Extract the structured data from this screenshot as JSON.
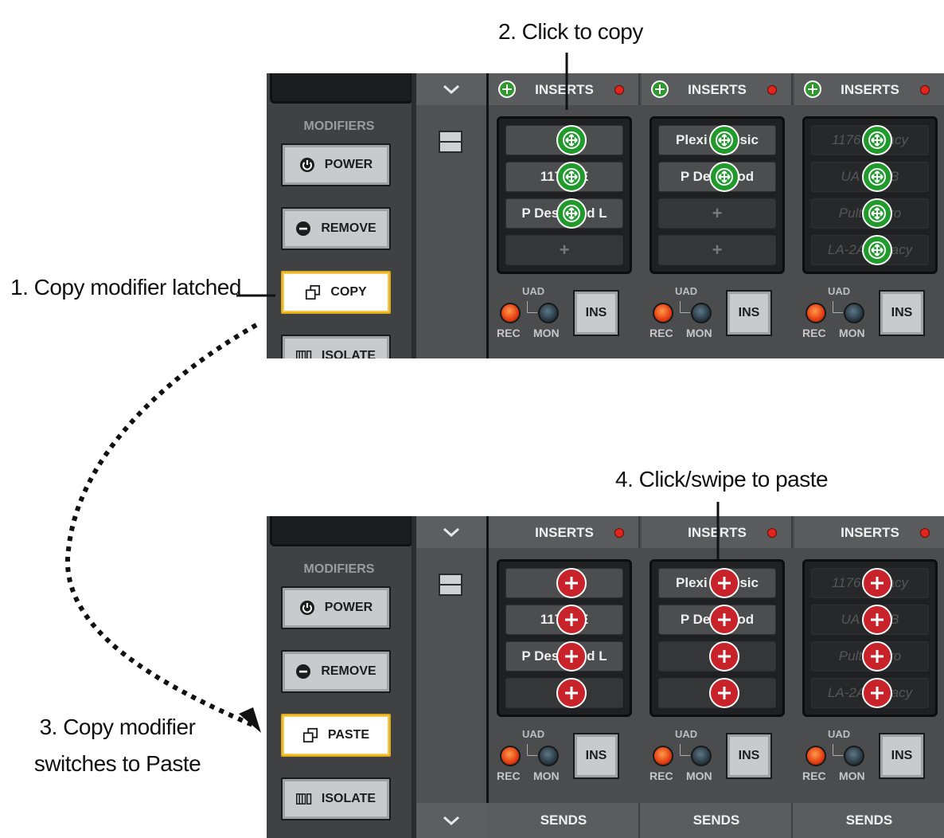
{
  "annotations": {
    "step1": "1. Copy modifier latched",
    "step2": "2. Click to copy",
    "step3_line1": "3. Copy modifier",
    "step3_line2": "switches to Paste",
    "step4": "4. Click/swipe to paste"
  },
  "top_panel": {
    "modifiers_title": "MODIFIERS",
    "buttons": {
      "power": "POWER",
      "remove": "REMOVE",
      "copy": "COPY",
      "isolate": "ISOLATE"
    },
    "strips": [
      {
        "header": "INSERTS",
        "slots": [
          "",
          "1176AE",
          "P Dest Mod L",
          "+"
        ]
      },
      {
        "header": "INSERTS",
        "slots": [
          "Plexi Classic",
          "P Dest Mod",
          "+",
          "+"
        ]
      },
      {
        "header": "INSERTS",
        "slots": [
          "1176 Legacy",
          "UA 610-B",
          "Pultec Pro",
          "LA-2A Legacy"
        ]
      }
    ],
    "io": {
      "uad": "UAD",
      "rec": "REC",
      "mon": "MON",
      "ins": "INS"
    }
  },
  "bottom_panel": {
    "modifiers_title": "MODIFIERS",
    "buttons": {
      "power": "POWER",
      "remove": "REMOVE",
      "paste": "PASTE",
      "isolate": "ISOLATE"
    },
    "strips": [
      {
        "header": "INSERTS",
        "slots": [
          "",
          "1176AE",
          "P Dest Mod L",
          ""
        ]
      },
      {
        "header": "INSERTS",
        "slots": [
          "Plexi Classic",
          "P Dest Mod",
          "",
          ""
        ]
      },
      {
        "header": "INSERTS",
        "slots": [
          "1176 Legacy",
          "UA 610-B",
          "Pultec Pro",
          "LA-2A Legacy"
        ]
      }
    ],
    "io": {
      "uad": "UAD",
      "rec": "REC",
      "mon": "MON",
      "ins": "INS"
    },
    "sends": [
      "SENDS",
      "SENDS",
      "SENDS"
    ]
  },
  "colors": {
    "copy_badge": "#1f9a2b",
    "paste_badge": "#c8232a",
    "latched_border": "#e3a91b"
  }
}
